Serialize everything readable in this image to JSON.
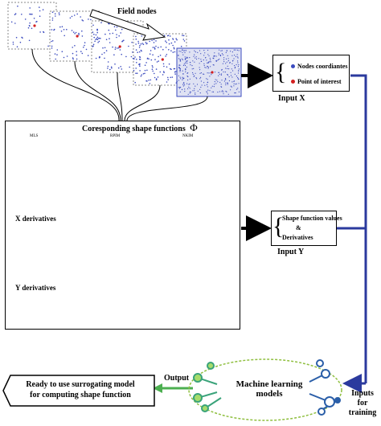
{
  "field_nodes_label": "Field nodes",
  "panel": {
    "title": "Coresponding shape functions",
    "phi_symbol": "Φ",
    "methods": [
      "MLS",
      "RPIM",
      "NKIM"
    ],
    "rows": [
      "X derivatives",
      "Y derivatives"
    ]
  },
  "input_x": {
    "items": [
      "Nodes coordiantes",
      "Point of interest"
    ],
    "label": "Input X"
  },
  "input_y": {
    "items": [
      "Shape function values",
      "&",
      "Derivatives"
    ],
    "label": "Input Y"
  },
  "ml": {
    "label_line1": "Machine learning",
    "label_line2": "models"
  },
  "inputs_training": {
    "line1": "Inputs",
    "line2": "for",
    "line3": "training"
  },
  "output_label": "Output",
  "result": {
    "line1": "Ready to use surrogating model",
    "line2": "for computing shape function"
  },
  "colors": {
    "blue_line": "#2b3a9e",
    "green_arrow": "#4caf50",
    "node_red": "#d32020",
    "node_blue": "#3b4bbf"
  }
}
